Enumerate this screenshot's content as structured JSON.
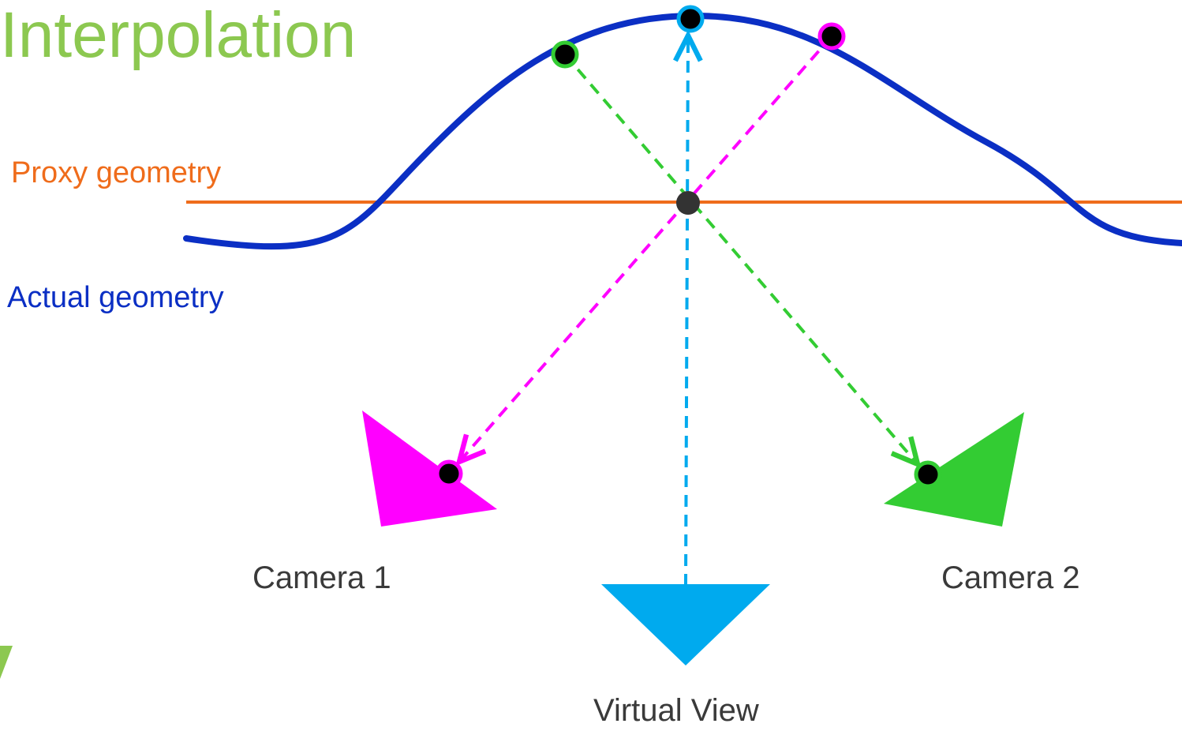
{
  "slide": {
    "title": "Interpolation",
    "labels": {
      "proxy": "Proxy geometry",
      "actual": "Actual geometry",
      "camera1": "Camera 1",
      "camera2": "Camera 2",
      "virtual_view": "Virtual View"
    }
  },
  "colors": {
    "title": "#8cc850",
    "proxy": "#ef6c1b",
    "actual": "#0b2fc4",
    "text": "#3a3a3a",
    "camera1": "#ff00ff",
    "camera2": "#33cc33",
    "virtual_view": "#00aaee",
    "intersection": "#333333",
    "point": "#000000",
    "corner_mark": "#8cc850"
  },
  "icons": {
    "camera1": "magenta-triangle-camera-icon",
    "camera2": "green-triangle-camera-icon",
    "virtual_view": "blue-triangle-view-icon"
  }
}
